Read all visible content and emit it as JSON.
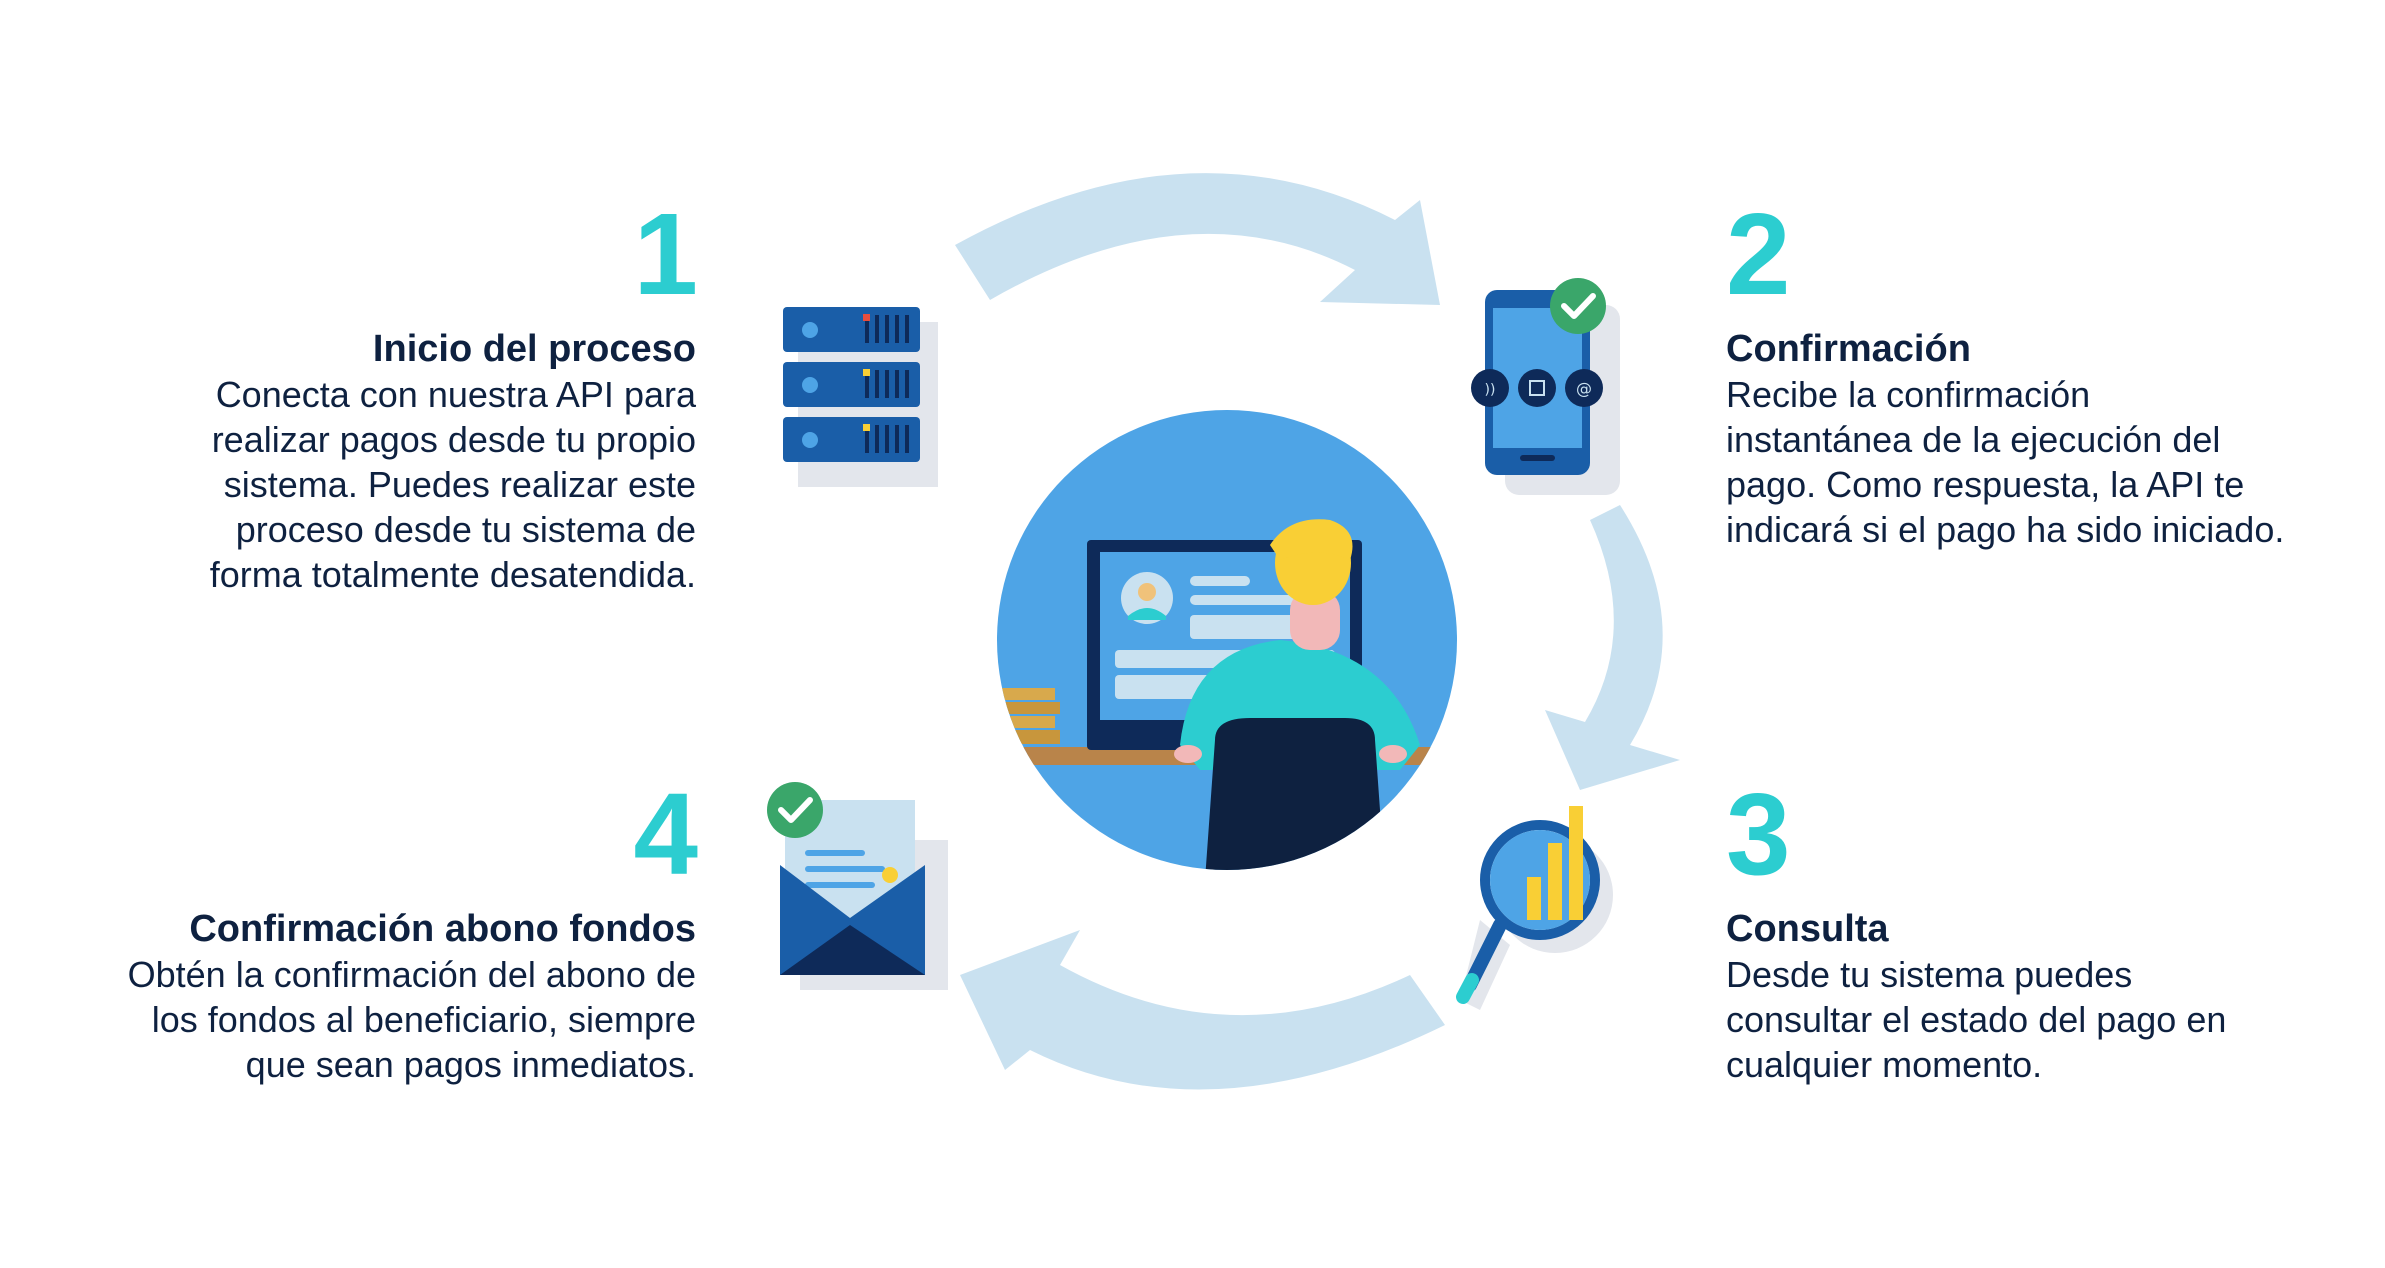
{
  "steps": [
    {
      "number": "1",
      "title": "Inicio del proceso",
      "lines": [
        "Conecta con nuestra API para",
        "realizar pagos desde tu propio",
        "sistema. Puedes realizar este",
        "proceso desde tu sistema de",
        "forma totalmente desatendida."
      ],
      "icon": "server-icon"
    },
    {
      "number": "2",
      "title": "Confirmación",
      "lines": [
        "Recibe la confirmación",
        "instantánea de la ejecución del",
        "pago. Como respuesta, la API te",
        "indicará si el pago ha sido iniciado."
      ],
      "icon": "smartphone-check-icon"
    },
    {
      "number": "3",
      "title": "Consulta",
      "lines": [
        "Desde tu sistema puedes",
        "consultar el estado del pago en",
        "cualquier momento."
      ],
      "icon": "magnifier-chart-icon"
    },
    {
      "number": "4",
      "title": "Confirmación abono fondos",
      "lines": [
        "Obtén la confirmación del abono de",
        "los fondos al beneficiario, siempre",
        "que sean pagos inmediatos."
      ],
      "icon": "envelope-check-icon"
    }
  ],
  "colors": {
    "number": "#2ccdd0",
    "text": "#0e2140",
    "arrow": "#c9e1f0",
    "circle": "#4ea4e6",
    "brand_blue": "#1a5ea8",
    "check": "#3aa66a"
  },
  "central_icon": "person-at-computer-illustration"
}
